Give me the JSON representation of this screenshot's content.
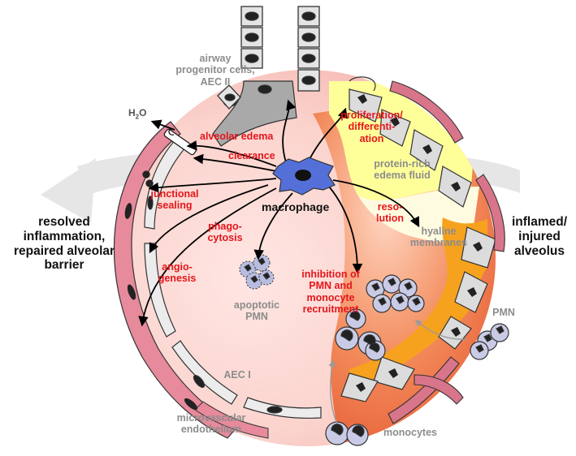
{
  "labels": {
    "airway_progenitor": "airway\nprogenitor cells,\nAEC II",
    "h2o_main": "H",
    "h2o_sub": "2",
    "h2o_tail": "O",
    "alveolar_edema": "alveolar edema",
    "clearance": "clearance",
    "junctional_sealing": "junctional\nsealing",
    "macrophage": "macrophage",
    "phagocytosis": "phago-\ncytosis",
    "angiogenesis": "angio-\ngenesis",
    "apoptotic_pmn": "apoptotic\nPMN",
    "proliferation": "proliferation/\ndifferenti-\nation",
    "protein_rich": "protein-rich\nedema fluid",
    "resolution": "reso-\nlution",
    "hyaline": "hyaline\nmembranes",
    "inhibition": "inhibition of\nPMN and\nmonocyte\nrecruitment",
    "pmn": "PMN",
    "aec1": "AEC I",
    "microvascular": "microvascular\nendothelium",
    "monocytes": "monocytes",
    "resolved": "resolved\ninflammation,\nrepaired alveolar\nbarrier",
    "inflamed": "inflamed/\ninjured\nalveolus"
  },
  "colors": {
    "text_red": "#e4161b",
    "text_grey": "#8c8c8c",
    "macrophage": "#5470d8",
    "cell_fill": "#b8bde0",
    "vessel": "#d9758a",
    "edema_yellow": "#ffff9a",
    "hyaline_orange": "#f6a21e"
  }
}
